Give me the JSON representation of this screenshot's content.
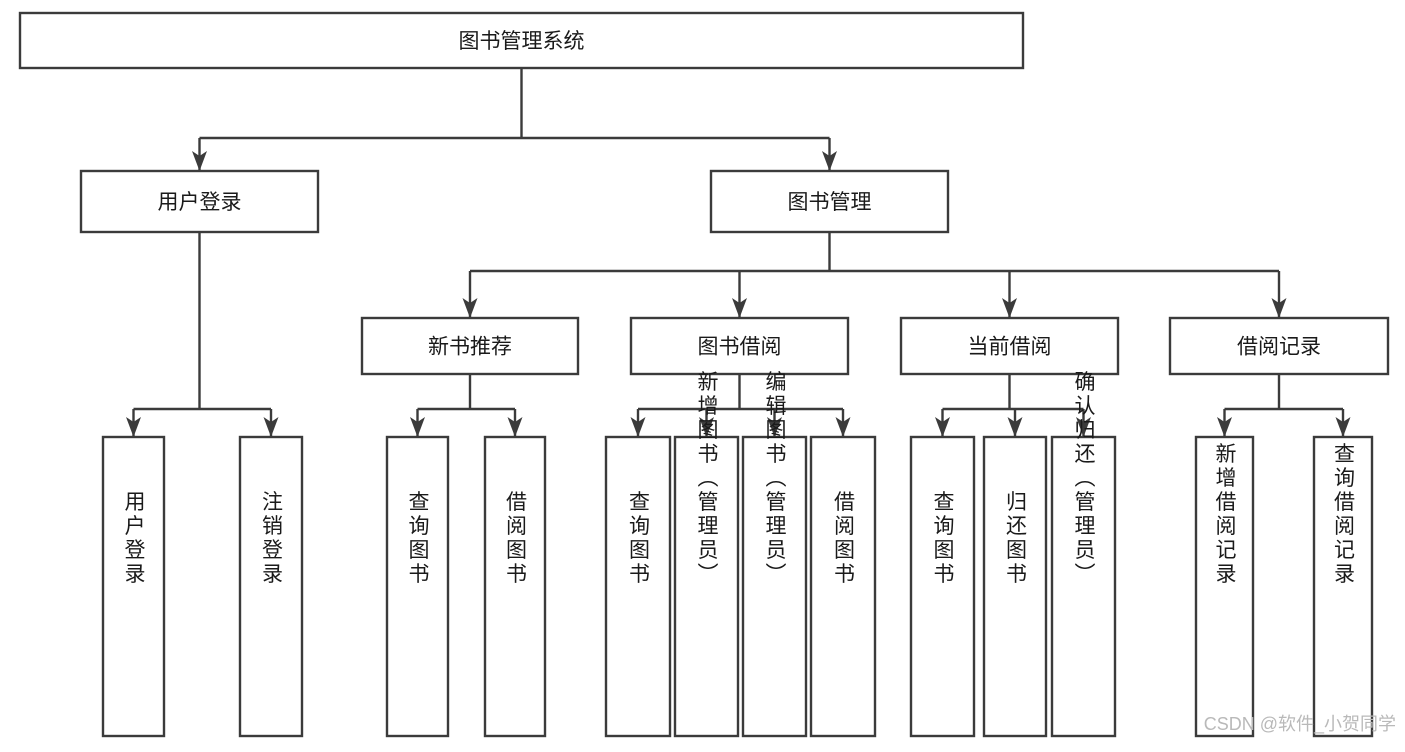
{
  "diagram": {
    "title": "图书管理系统",
    "type": "hierarchy-tree",
    "orientation": "top-down",
    "nodes": {
      "root": {
        "label": "图书管理系统",
        "level": 1
      },
      "l2": [
        {
          "id": "user-login",
          "label": "用户登录",
          "level": 2
        },
        {
          "id": "book-manage",
          "label": "图书管理",
          "level": 2
        }
      ],
      "l3": [
        {
          "id": "new-book-recommend",
          "label": "新书推荐",
          "level": 3,
          "parent": "book-manage"
        },
        {
          "id": "book-borrow",
          "label": "图书借阅",
          "level": 3,
          "parent": "book-manage"
        },
        {
          "id": "current-borrow",
          "label": "当前借阅",
          "level": 3,
          "parent": "book-manage"
        },
        {
          "id": "borrow-record",
          "label": "借阅记录",
          "level": 3,
          "parent": "book-manage"
        }
      ],
      "leaves": [
        {
          "id": "leaf-user-login",
          "label": "用户登录",
          "parent": "user-login"
        },
        {
          "id": "leaf-logout-login",
          "label": "注销登录",
          "parent": "user-login"
        },
        {
          "id": "leaf-query-book-1",
          "label": "查询图书",
          "parent": "new-book-recommend"
        },
        {
          "id": "leaf-borrow-book-1",
          "label": "借阅图书",
          "parent": "new-book-recommend"
        },
        {
          "id": "leaf-query-book-2",
          "label": "查询图书",
          "parent": "book-borrow"
        },
        {
          "id": "leaf-add-book",
          "label": "新增图书（管理员）",
          "parent": "book-borrow"
        },
        {
          "id": "leaf-edit-book",
          "label": "编辑图书（管理员）",
          "parent": "book-borrow"
        },
        {
          "id": "leaf-borrow-book-2",
          "label": "借阅图书",
          "parent": "book-borrow"
        },
        {
          "id": "leaf-query-book-3",
          "label": "查询图书",
          "parent": "current-borrow"
        },
        {
          "id": "leaf-return-book",
          "label": "归还图书",
          "parent": "current-borrow"
        },
        {
          "id": "leaf-confirm-return",
          "label": "确认归还（管理员）",
          "parent": "current-borrow"
        },
        {
          "id": "leaf-add-record",
          "label": "新增借阅记录",
          "parent": "borrow-record"
        },
        {
          "id": "leaf-query-record",
          "label": "查询借阅记录",
          "parent": "borrow-record"
        }
      ]
    },
    "colors": {
      "stroke": "#3b3b3b",
      "fill": "#ffffff",
      "text": "#1a1a1a",
      "watermark": "#b9b9b9"
    }
  },
  "watermark": {
    "text": "CSDN @软件_小贺同学"
  }
}
